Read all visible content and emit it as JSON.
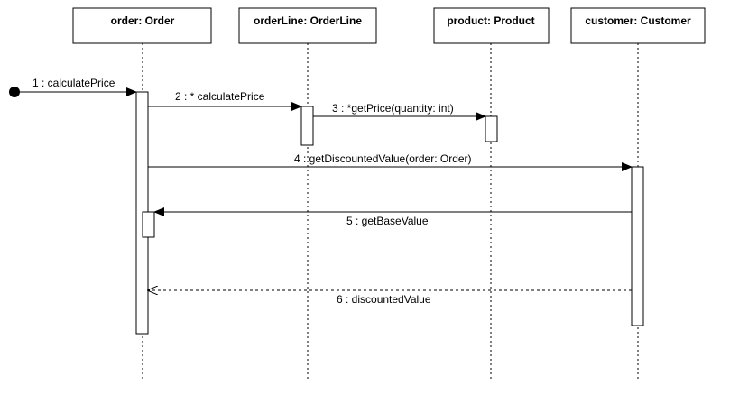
{
  "lifelines": [
    {
      "id": "order",
      "label": "order: Order"
    },
    {
      "id": "orderLine",
      "label": "orderLine: OrderLine"
    },
    {
      "id": "product",
      "label": "product: Product"
    },
    {
      "id": "customer",
      "label": "customer: Customer"
    }
  ],
  "messages": [
    {
      "id": "m1",
      "label": "1 : calculatePrice",
      "from": "start",
      "to": "order",
      "kind": "sync"
    },
    {
      "id": "m2",
      "label": "2 : * calculatePrice",
      "from": "order",
      "to": "orderLine",
      "kind": "sync"
    },
    {
      "id": "m3",
      "label": "3 : *getPrice(quantity: int)",
      "from": "orderLine",
      "to": "product",
      "kind": "sync"
    },
    {
      "id": "m4",
      "label": "4 : getDiscountedValue(order: Order)",
      "from": "order",
      "to": "customer",
      "kind": "sync"
    },
    {
      "id": "m5",
      "label": "5 : getBaseValue",
      "from": "customer",
      "to": "order",
      "kind": "sync"
    },
    {
      "id": "m6",
      "label": "6 : discountedValue",
      "from": "customer",
      "to": "order",
      "kind": "return"
    }
  ]
}
